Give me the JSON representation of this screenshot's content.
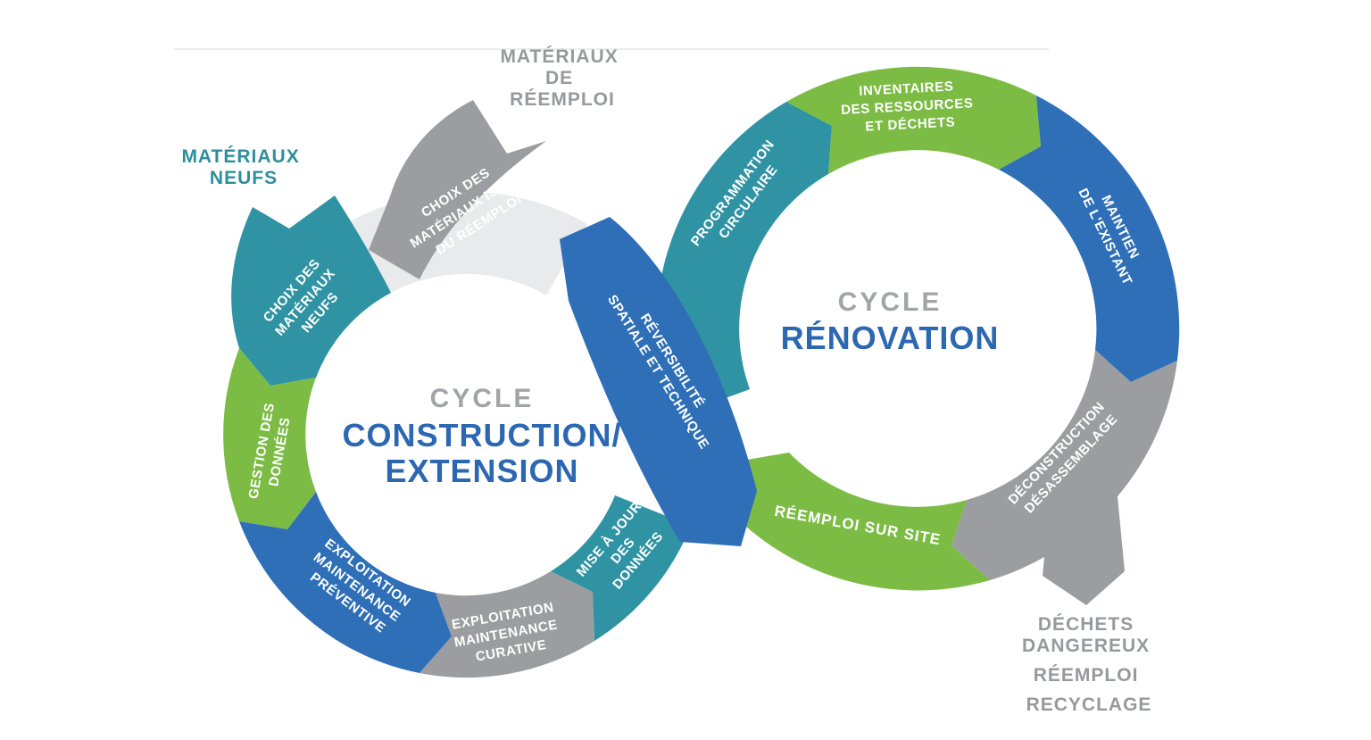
{
  "colors": {
    "teal": "#2F93A3",
    "green": "#7CBC45",
    "blue": "#2E6FB7",
    "gray": "#9B9DA0",
    "light_gray": "#E9EAEC",
    "title_gray": "#9EA1A4",
    "title_blue": "#2C67B1",
    "label_gray": "#97999D",
    "label_teal": "#2E8F9C",
    "white": "#FFFFFF",
    "rule_gray": "#ECEDEE"
  },
  "left_cycle": {
    "title_top": "CYCLE",
    "title_line1": "CONSTRUCTION/",
    "title_line2": "EXTENSION",
    "segments": {
      "choix_neufs": {
        "lines": [
          "CHOIX DES",
          "MATÉRIAUX",
          "NEUFS"
        ]
      },
      "gestion_donnees": {
        "lines": [
          "GESTION DES",
          "DONNÉES"
        ]
      },
      "exploitation_preventive": {
        "lines": [
          "EXPLOITATION",
          "MAINTENANCE",
          "PRÉVENTIVE"
        ]
      },
      "exploitation_curative": {
        "lines": [
          "EXPLOITATION",
          "MAINTENANCE",
          "CURATIVE"
        ]
      },
      "mise_a_jour": {
        "lines": [
          "MISE À JOUR",
          "DES",
          "DONNÉES"
        ]
      }
    }
  },
  "right_cycle": {
    "title_top": "CYCLE",
    "title_line1": "RÉNOVATION",
    "segments": {
      "programmation": {
        "lines": [
          "PROGRAMMATION",
          "CIRCULAIRE"
        ]
      },
      "inventaires": {
        "lines": [
          "INVENTAIRES",
          "DES RESSOURCES",
          "ET DÉCHETS"
        ]
      },
      "maintien": {
        "lines": [
          "MAINTIEN",
          "DE L'EXISTANT"
        ]
      },
      "deconstruction": {
        "lines": [
          "DÉCONSTRUCTION",
          "DÉSASSEMBLAGE"
        ]
      },
      "reemploi_sur_site": {
        "lines": [
          "RÉEMPLOI SUR SITE"
        ]
      }
    }
  },
  "bridge": {
    "reversibilite": {
      "lines": [
        "RÉVERSIBILITÉ",
        "SPATIALE ET TECHNIQUE"
      ]
    }
  },
  "arrows": {
    "choix_reemploi": {
      "lines": [
        "CHOIX DES",
        "MATÉRIAUX ISSUS",
        "DU RÉEMPLOI"
      ]
    }
  },
  "labels": {
    "materiaux_neufs": {
      "lines": [
        "MATÉRIAUX",
        "NEUFS"
      ]
    },
    "materiaux_reemploi": {
      "lines": [
        "MATÉRIAUX",
        "DE",
        "RÉEMPLOI"
      ]
    },
    "dechets": {
      "lines": [
        "DÉCHETS",
        "DANGEREUX",
        "RÉEMPLOI",
        "RECYCLAGE"
      ]
    }
  }
}
